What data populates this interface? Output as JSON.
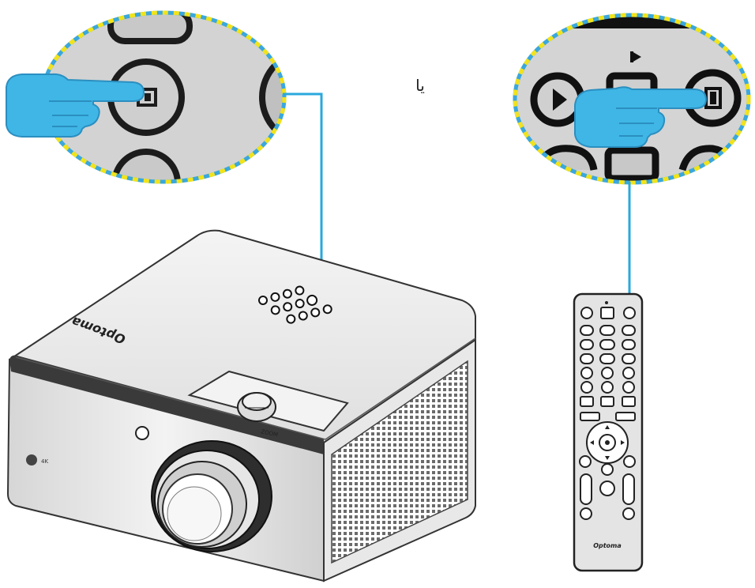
{
  "or_label": "یا",
  "projector": {
    "brand": "Optoma",
    "badge": "4K",
    "zoom_label": "ZOOM"
  },
  "remote": {
    "brand": "Optoma"
  },
  "colors": {
    "pointer_hand": "#3fb6e6",
    "callout_line": "#2aa8dc",
    "callout_border_dash_a": "#f2e31c",
    "callout_border_dash_b": "#3aa7dd",
    "callout_fill": "#d9d9d9",
    "outline": "#222222"
  },
  "icons": [
    "hand-pointer-icon",
    "power-button-icon"
  ]
}
